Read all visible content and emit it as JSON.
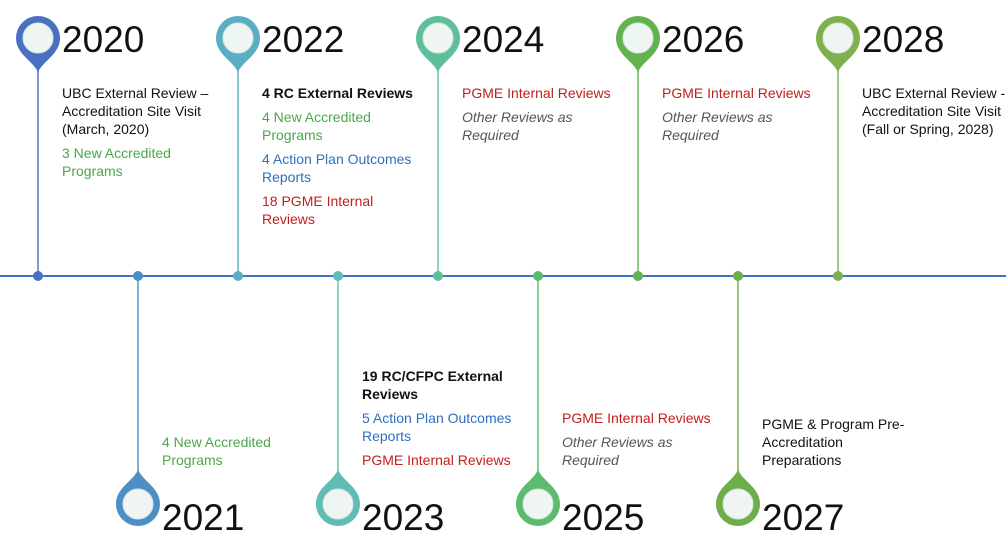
{
  "colors": {
    "main_line": "#4472c4",
    "pin_2020": "#4a70c0",
    "pin_2021": "#4c8fc4",
    "pin_2022": "#5aaec3",
    "pin_2023": "#5fbdb4",
    "pin_2024": "#5fbf99",
    "pin_2025": "#5cbb6e",
    "pin_2026": "#62b34f",
    "pin_2027": "#6dad4a",
    "pin_2028": "#7fb04e"
  },
  "milestones": [
    {
      "year": "2020",
      "side": "top",
      "color": "#4a70c0",
      "lines": [
        {
          "text": "UBC External Review – Accreditation Site Visit (March, 2020)",
          "style": "black"
        },
        {
          "text": "3 New Accredited Programs",
          "style": "green"
        }
      ]
    },
    {
      "year": "2021",
      "side": "bottom",
      "color": "#4c8fc4",
      "lines": [
        {
          "text": "4 New Accredited Programs",
          "style": "green"
        }
      ]
    },
    {
      "year": "2022",
      "side": "top",
      "color": "#5aaec3",
      "lines": [
        {
          "text": "4 RC External Reviews",
          "style": "bold"
        },
        {
          "text": "4 New Accredited Programs",
          "style": "green"
        },
        {
          "text": "4 Action Plan Outcomes Reports",
          "style": "blue"
        },
        {
          "text": "18 PGME Internal Reviews",
          "style": "red"
        }
      ]
    },
    {
      "year": "2023",
      "side": "bottom",
      "color": "#5fbdb4",
      "lines": [
        {
          "text": "19 RC/CFPC External Reviews",
          "style": "bold"
        },
        {
          "text": "5 Action Plan Outcomes Reports",
          "style": "blue"
        },
        {
          "text": "PGME Internal Reviews",
          "style": "red"
        }
      ]
    },
    {
      "year": "2024",
      "side": "top",
      "color": "#5fbf99",
      "lines": [
        {
          "text": "PGME Internal Reviews",
          "style": "red"
        },
        {
          "text": "Other Reviews as Required",
          "style": "grey"
        }
      ]
    },
    {
      "year": "2025",
      "side": "bottom",
      "color": "#5cbb6e",
      "lines": [
        {
          "text": "PGME Internal Reviews",
          "style": "red"
        },
        {
          "text": "Other Reviews as Required",
          "style": "grey"
        }
      ]
    },
    {
      "year": "2026",
      "side": "top",
      "color": "#62b34f",
      "lines": [
        {
          "text": "PGME Internal Reviews",
          "style": "red"
        },
        {
          "text": "Other Reviews as Required",
          "style": "grey"
        }
      ]
    },
    {
      "year": "2027",
      "side": "bottom",
      "color": "#6dad4a",
      "lines": [
        {
          "text": "PGME & Program Pre-Accreditation Preparations",
          "style": "black"
        }
      ]
    },
    {
      "year": "2028",
      "side": "top",
      "color": "#7fb04e",
      "lines": [
        {
          "text": "UBC External Review - Accreditation Site Visit (Fall or Spring, 2028)",
          "style": "black"
        }
      ]
    }
  ]
}
